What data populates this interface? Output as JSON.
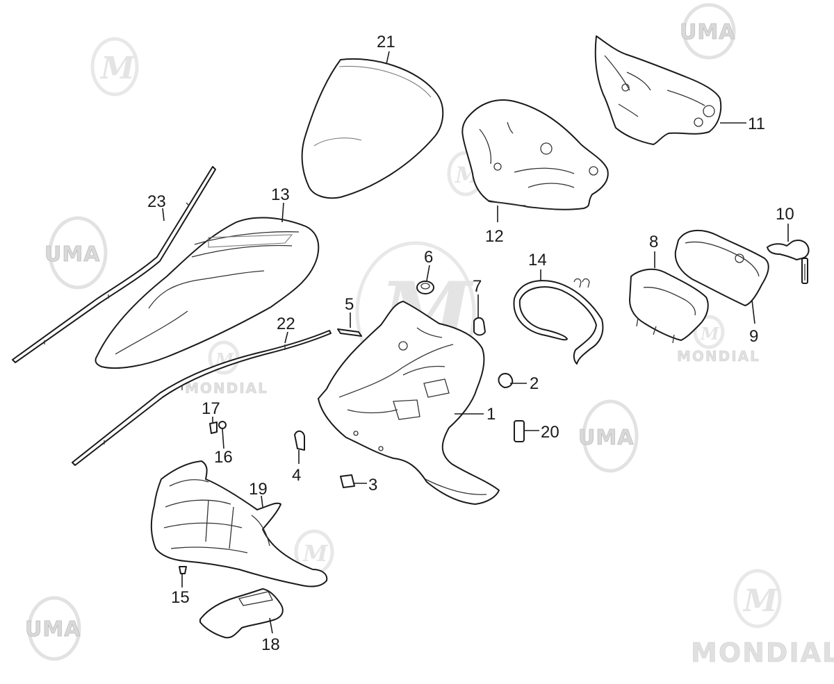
{
  "watermarks": {
    "uma_text": "UMA",
    "mondial_text": "MONDIAL",
    "m_glyph": "M"
  },
  "callouts": [
    "1",
    "2",
    "3",
    "4",
    "5",
    "6",
    "7",
    "8",
    "9",
    "10",
    "11",
    "12",
    "13",
    "14",
    "15",
    "16",
    "17",
    "18",
    "19",
    "20",
    "21",
    "22",
    "23"
  ]
}
